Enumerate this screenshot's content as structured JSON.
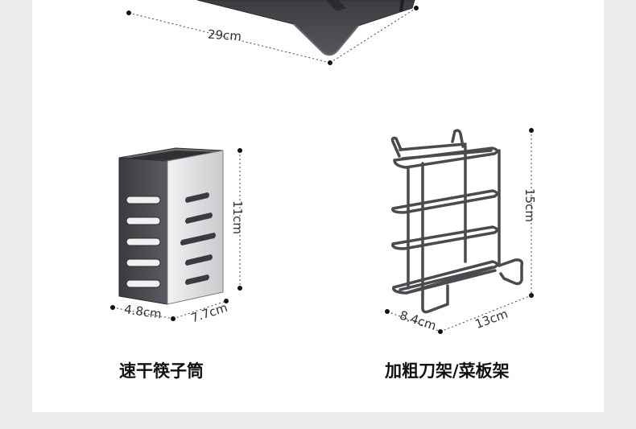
{
  "dimensions": {
    "tray_width": "29cm",
    "holder_height": "11cm",
    "holder_width": "4.8cm",
    "holder_depth": "7.7cm",
    "rack_height": "15cm",
    "rack_width": "8.4cm",
    "rack_depth": "13cm"
  },
  "products": {
    "chopstick_holder_name": "速干筷子筒",
    "knife_rack_name": "加粗刀架/菜板架"
  },
  "colors": {
    "metal_dark": "#4a4b4f",
    "metal_light": "#d9dadc",
    "dimension_line": "#333333"
  }
}
